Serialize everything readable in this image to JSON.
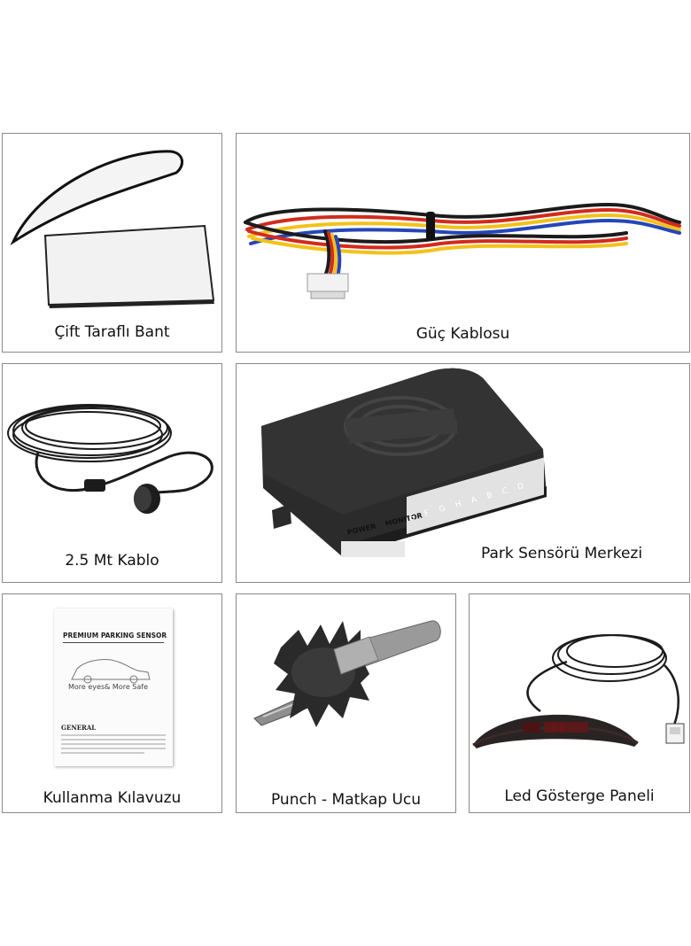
{
  "panels": [
    {
      "label": "Çift Taraflı Bant"
    },
    {
      "label": "Güç Kablosu"
    },
    {
      "label": "2.5 Mt Kablo"
    },
    {
      "label": "Park Sensörü Merkezi"
    },
    {
      "label": "Kullanma Kılavuzu"
    },
    {
      "label": "Punch - Matkap Ucu"
    },
    {
      "label": "Led Gösterge Paneli"
    }
  ],
  "control_box": {
    "port_labels": [
      "POWER",
      "MONITOR"
    ],
    "channel_letters": [
      "E",
      "F",
      "G",
      "H",
      "A",
      "B",
      "C",
      "D"
    ]
  },
  "manual": {
    "title": "PREMIUM PARKING SENSOR",
    "badge": "More eyes& More Safe",
    "section": "GENERAL"
  },
  "display": {
    "digits": "88"
  },
  "colors": {
    "border": "#8a8a8a",
    "cable_black": "#1b1b1b",
    "wire_red": "#d22b1e",
    "wire_yellow": "#f2c21b",
    "wire_blue": "#2446b8",
    "box_body": "#2b2b2b",
    "display_red": "#7a1515"
  }
}
